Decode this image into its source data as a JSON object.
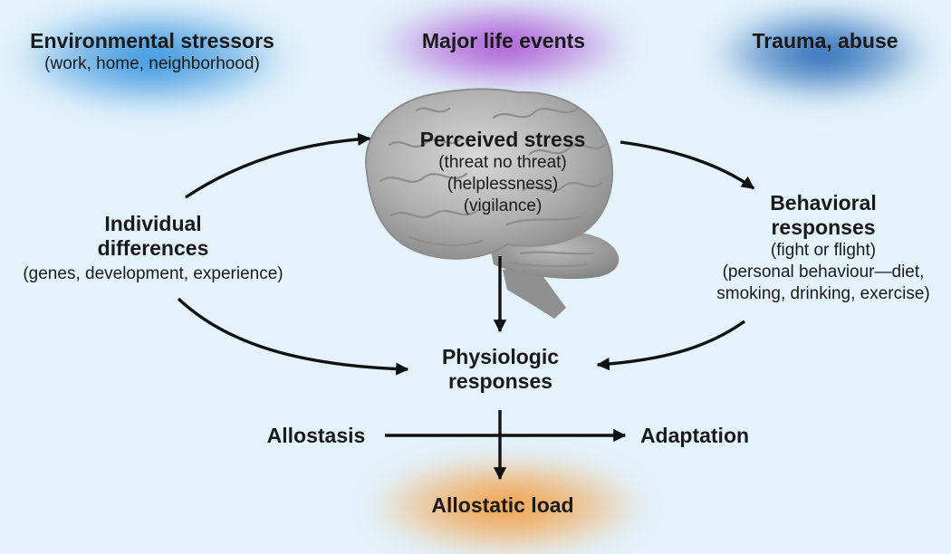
{
  "stressors": {
    "environmental": {
      "title": "Environmental stressors",
      "detail": "(work, home, neighborhood)"
    },
    "major_life_events": {
      "title": "Major life events"
    },
    "trauma": {
      "title": "Trauma, abuse"
    }
  },
  "perceived_stress": {
    "title": "Perceived stress",
    "lines": [
      "(threat no threat)",
      "(helplessness)",
      "(vigilance)"
    ]
  },
  "individual_differences": {
    "title_line1": "Individual",
    "title_line2": "differences",
    "detail": "(genes, development, experience)"
  },
  "behavioral_responses": {
    "title_line1": "Behavioral",
    "title_line2": "responses",
    "lines": [
      "(fight or flight)",
      "(personal behaviour—diet,",
      "smoking, drinking, exercise)"
    ]
  },
  "physiologic_responses": {
    "title_line1": "Physiologic",
    "title_line2": "responses"
  },
  "allostasis": {
    "label": "Allostasis"
  },
  "adaptation": {
    "label": "Adaptation"
  },
  "allostatic_load": {
    "label": "Allostatic load"
  },
  "colors": {
    "background": "#e3f2fb",
    "environmental_glow": "#2f8fdc",
    "major_life_glow": "#a64bd0",
    "trauma_glow": "#1f64b3",
    "allostatic_load_glow": "#f39b3c",
    "arrow": "#111111",
    "brain": "#a8a8a8"
  }
}
